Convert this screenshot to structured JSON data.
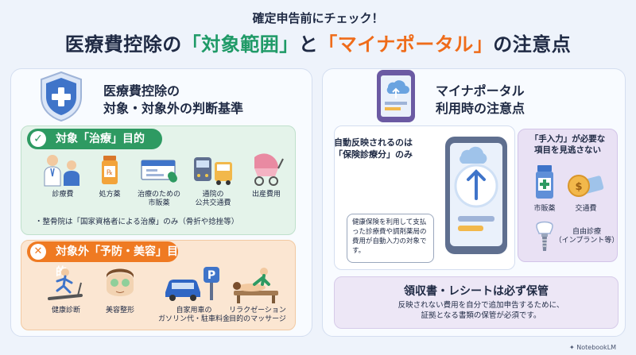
{
  "header": {
    "kicker": "確定申告前にチェック！",
    "title_part1": "医療費控除の",
    "title_highlight1": "「対象範囲」",
    "title_part2": "と",
    "title_highlight2": "「マイナポータル」",
    "title_part3": "の注意点"
  },
  "left": {
    "title_line1": "医療費控除の",
    "title_line2": "対象・対象外の判断基準",
    "target": {
      "heading": "対象「治療」目的",
      "items": [
        "診療費",
        "処方薬",
        "治療のための\n市販薬",
        "通院の\n公共交通費",
        "出産費用"
      ],
      "note": "・整骨院は「国家資格者による治療」のみ（骨折や捻挫等）"
    },
    "excluded": {
      "heading": "対象外「予防・美容」目的",
      "items": [
        "健康診断",
        "美容整形",
        "自家用車の\nガソリン代・駐車料金",
        "リラクゼーション\n目的のマッサージ"
      ]
    }
  },
  "right": {
    "title_line1": "マイナポータル",
    "title_line2": "利用時の注意点",
    "auto_line1": "自動反映されるのは",
    "auto_line2": "「保険診療分」のみ",
    "bubble": "健康保険を利用して支払った診療費や調剤薬局の費用が自動入力の対象です。",
    "manual": {
      "title_line1": "「手入力」が必要な",
      "title_line2": "項目を見逃さない",
      "items": [
        "市販薬",
        "交通費",
        "自由診療\n（インプラント等）"
      ]
    },
    "receipt_title": "領収書・レシートは必ず保管",
    "receipt_body_line1": "反映されない費用を自分で追加申告するために、",
    "receipt_body_line2": "証拠となる書類の保管が必須です。"
  },
  "brand": "NotebookLM",
  "colors": {
    "green": "#2e9a62",
    "orange": "#ef7a22",
    "navy": "#1f2a44",
    "purple": "#7a5fb0"
  }
}
